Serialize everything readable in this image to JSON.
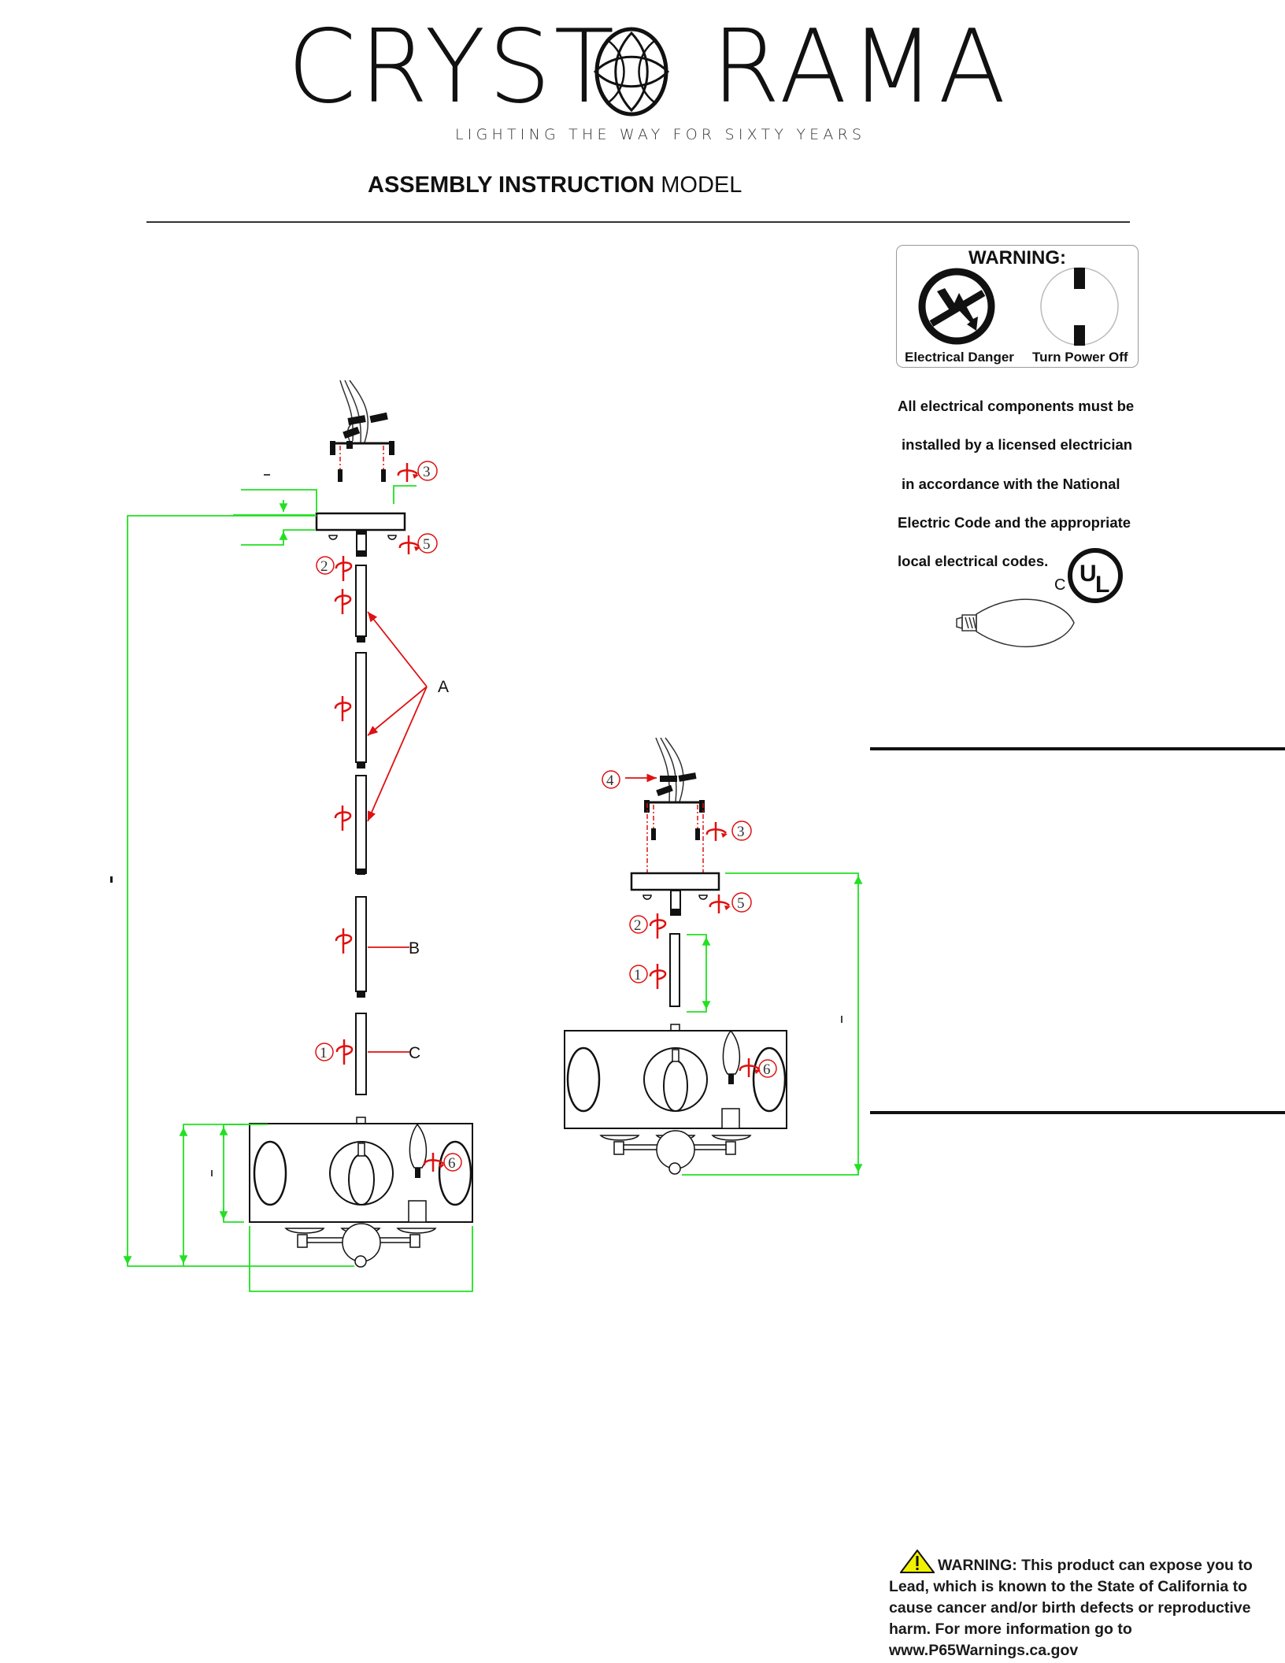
{
  "header": {
    "brand_left": "CRYST",
    "brand_right": "RAMA",
    "tagline": "LIGHTING THE WAY FOR SIXTY YEARS",
    "title_bold": "ASSEMBLY INSTRUCTION",
    "title_regular": "MODEL"
  },
  "warning_panel": {
    "title": "WARNING:",
    "icons": [
      {
        "icon": "electrical-danger-icon",
        "caption": "Electrical Danger"
      },
      {
        "icon": "power-off-icon",
        "caption": "Turn Power Off"
      }
    ],
    "electrical_notice": [
      "All electrical components must be",
      "installed by a licensed electrician",
      "in accordance with the National",
      "Electric Code and the appropriate",
      "local electrical codes."
    ],
    "certification": {
      "prefix": "C",
      "mark": "UL"
    }
  },
  "diagram_left": {
    "part_labels": [
      "A",
      "B",
      "C"
    ],
    "steps": [
      "1",
      "2",
      "3",
      "5",
      "6"
    ]
  },
  "diagram_right": {
    "steps": [
      "1",
      "2",
      "3",
      "4",
      "5",
      "6"
    ]
  },
  "prop65": {
    "text_bold": "WARNING: This product can expose you to Lead, which is known to the State of California to cause cancer and/or birth defects or reproductive harm. For more information go to www.P65Warnings.ca.gov"
  },
  "colors": {
    "dimension_line": "#22e022",
    "annotation": "#e01010",
    "warning_yellow": "#f2f200"
  }
}
